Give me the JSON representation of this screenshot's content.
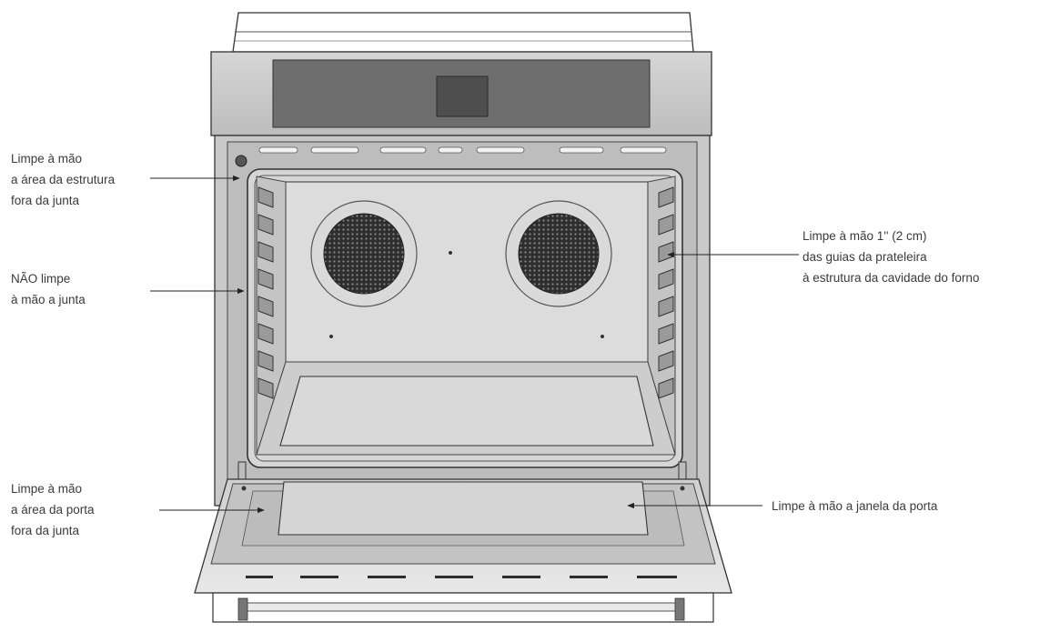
{
  "labels": {
    "frame_outside_gasket": [
      "Limpe à mão",
      "a área da estrutura",
      "fora da junta"
    ],
    "gasket": [
      "NÃO limpe",
      "à mão a junta"
    ],
    "rack_guides": [
      "Limpe à mão 1'' (2 cm)",
      "das guias da prateleira",
      "à estrutura da cavidade do forno"
    ],
    "door_outside_gasket": [
      "Limpe à mão",
      "a área da porta",
      "fora da junta"
    ],
    "door_window": [
      "Limpe à mão a janela da porta"
    ]
  },
  "colors": {
    "outline": "#333333",
    "leader": "#222222",
    "cavity": "#d9d9d9",
    "steel": "#c6c6c6",
    "display": "#6e6e6e",
    "fan": "#3f3f3f",
    "text": "#3a3a3a"
  }
}
